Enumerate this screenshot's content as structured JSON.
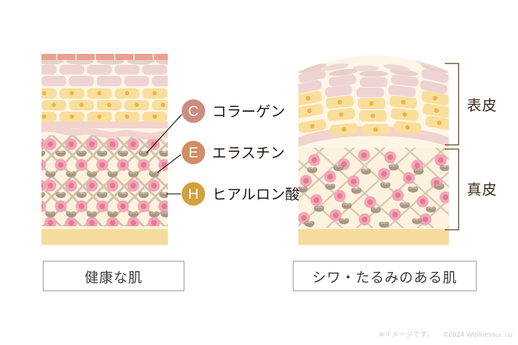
{
  "legend": {
    "items": [
      {
        "key": "C",
        "label": "コラーゲン",
        "color": "#cd8d7e",
        "name": "collagen"
      },
      {
        "key": "E",
        "label": "エラスチン",
        "color": "#d28e64",
        "name": "elastin"
      },
      {
        "key": "H",
        "label": "ヒアルロン酸",
        "color": "#d2a13e",
        "name": "hyaluronic-acid"
      }
    ]
  },
  "brackets": {
    "epidermis": "表皮",
    "dermis": "真皮",
    "color": "#3d2f18"
  },
  "captions": {
    "left": "健康な肌",
    "right": "シワ・たるみのある肌"
  },
  "footer": {
    "note": "※イメージです。",
    "copyright_main": "©2024 Wellness",
    "copyright_small": "co., Ltd"
  },
  "diagram": {
    "left_title": "healthy-skin-cross-section",
    "right_title": "wrinkled-sagging-skin-cross-section",
    "colors": {
      "stratum_corneum": "#e8a294",
      "corneum_light": "#f0cfc4",
      "spinous_cell": "#efd3d3",
      "granular_cell": "#f9df9b",
      "granular_nucleus": "#f0b24c",
      "basal_membrane": "#f2d3ce",
      "dermis_bg": "#fdf2de",
      "lattice": "#cbbba6",
      "ha_cell_outer": "#f2a5b8",
      "ha_cell_inner": "#e8798f",
      "elastin": "#a79884",
      "subcutis": "#f5dc9e",
      "cream_gap": "#fdf5e6",
      "leader_line": "#2b2013"
    }
  }
}
